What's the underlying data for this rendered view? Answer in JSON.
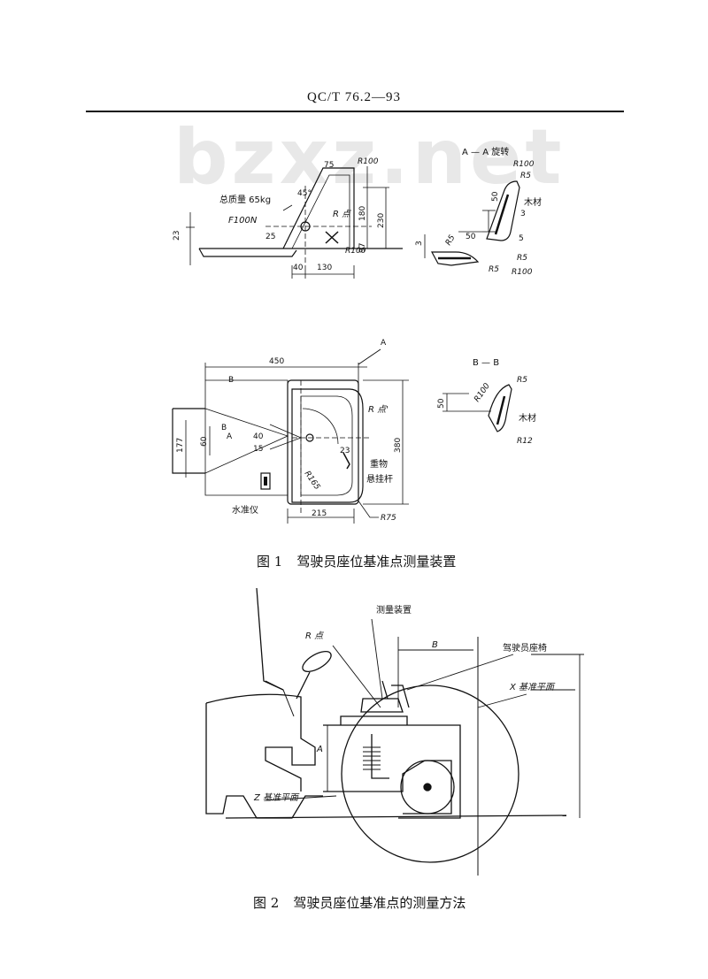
{
  "header": {
    "code": "QC/T 76.2—93"
  },
  "watermark": "bzxz.net",
  "figure1": {
    "caption_num": "图 1",
    "caption_text": "驾驶员座位基准点测量装置",
    "labels": {
      "total_mass": "总质量 65kg",
      "f100n": "F100N",
      "r_point": "R 点",
      "r_point2": "R 点'",
      "aa_title": "A — A 旋转",
      "bb_title": "B — B",
      "wood": "木材",
      "wood2": "木材",
      "weight_rod": "重物\n悬挂杆",
      "level": "水准仪",
      "A": "A",
      "B": "B"
    },
    "dims": {
      "d75": "75",
      "r100a": "R100",
      "a45": "45°",
      "d180": "180",
      "d230": "230",
      "d23": "23",
      "d25": "25",
      "d97": "97",
      "r100b": "R100",
      "d40": "40",
      "d130": "130",
      "aa_r100": "R100",
      "aa_r5": "R5",
      "aa_50": "50",
      "aa_3": "3",
      "aa_3b": "3",
      "aa_r5b": "R5",
      "aa_50b": "50",
      "aa_5": "5",
      "aa_r5c": "R5",
      "aa_r5d": "R5",
      "aa_r100b": "R100",
      "d450": "450",
      "d177": "177",
      "d60": "60",
      "d40b": "40",
      "d15": "15",
      "d23b": "23",
      "r165": "R165",
      "d380": "380",
      "d215": "215",
      "r75": "R75",
      "bb_r100": "R100",
      "bb_r5": "R5",
      "bb_50": "50",
      "bb_r12": "R12"
    }
  },
  "figure2": {
    "caption_num": "图 2",
    "caption_text": "驾驶员座位基准点的测量方法",
    "labels": {
      "measuring_device": "测量装置",
      "r_point": "R 点",
      "B": "B",
      "driver_seat": "驾驶员座椅",
      "x_plane": "X 基准平面",
      "A": "A",
      "z_plane": "Z 基准平面"
    }
  }
}
